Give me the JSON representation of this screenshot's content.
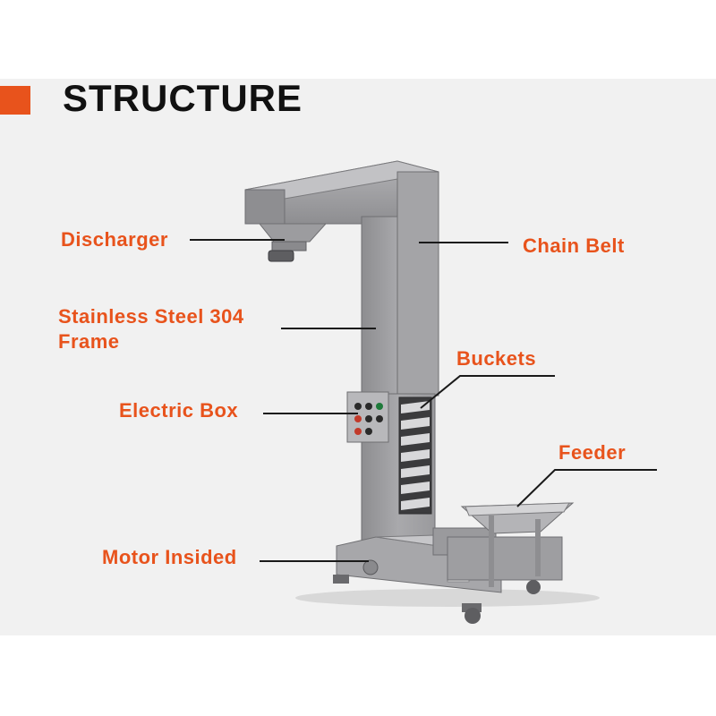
{
  "header": {
    "title": "STRUCTURE"
  },
  "colors": {
    "accent": "#e8531c",
    "title": "#111111",
    "steel": "#9a9a9c",
    "background": "#f1f1f1"
  },
  "labels": {
    "discharger": "Discharger",
    "chain_belt": "Chain Belt",
    "frame_line1": "Stainless Steel 304",
    "frame_line2": "Frame",
    "buckets": "Buckets",
    "electric_box": "Electric Box",
    "feeder": "Feeder",
    "motor": "Motor Insided"
  }
}
